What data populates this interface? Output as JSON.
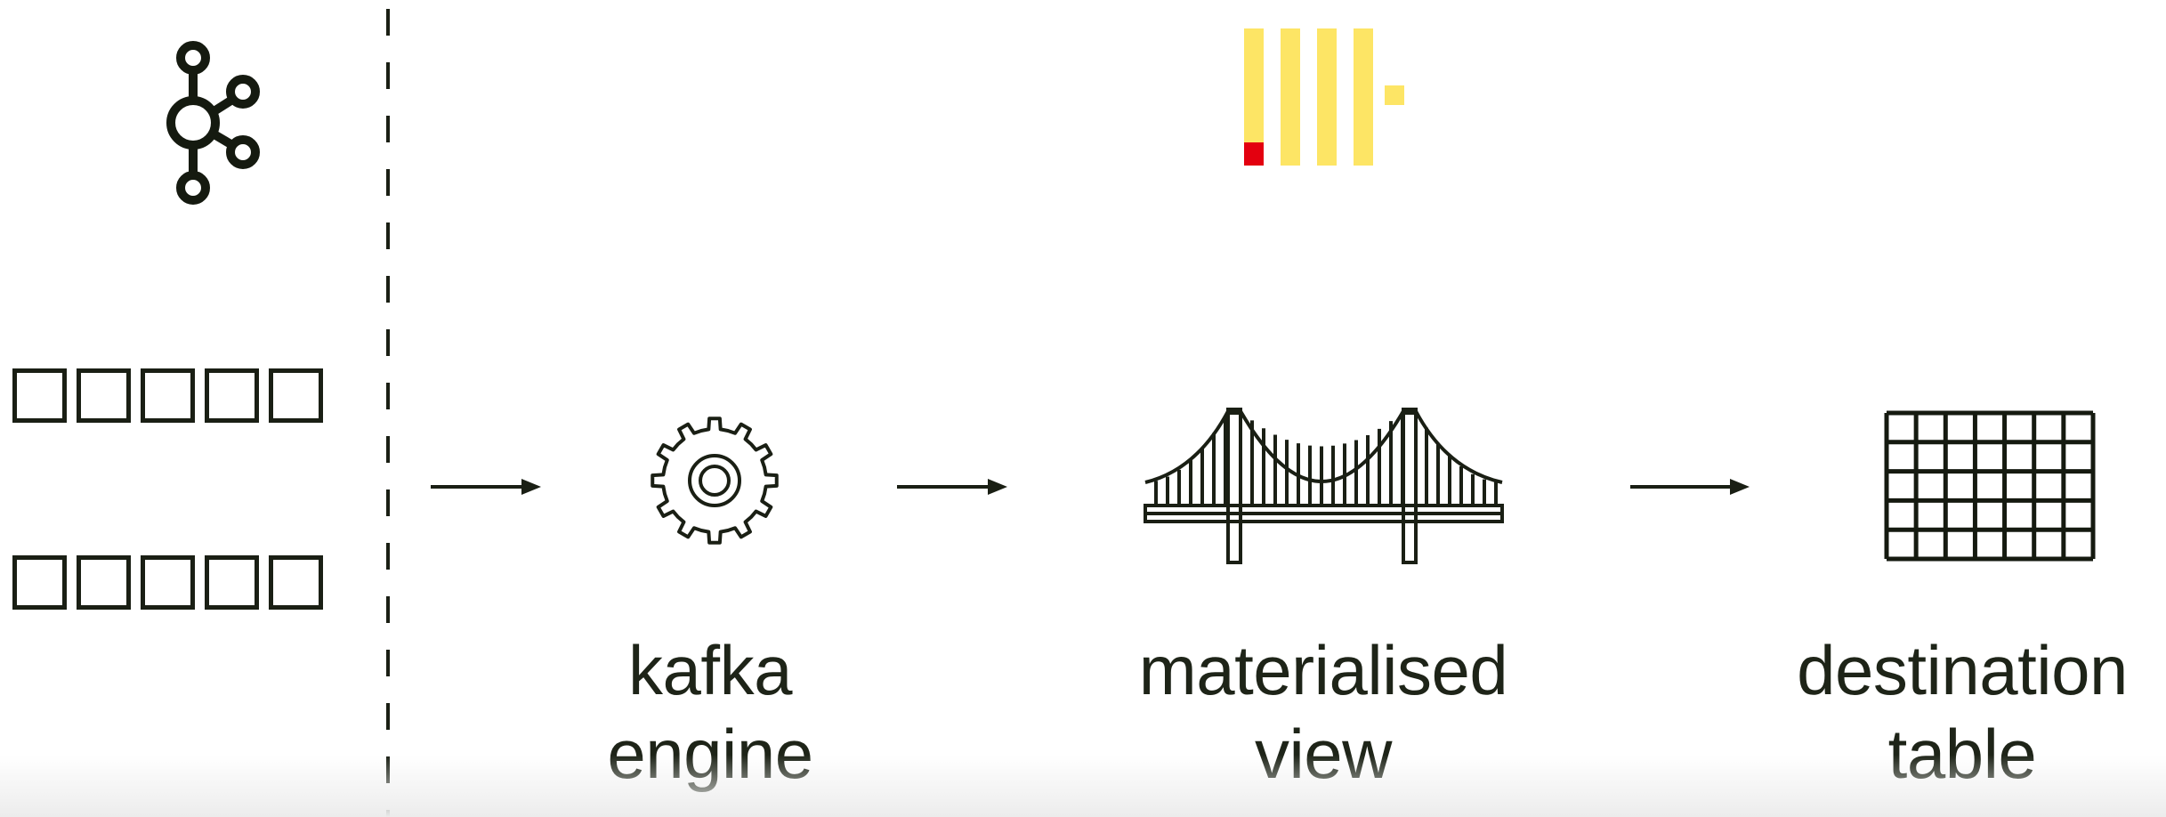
{
  "diagram": {
    "labels": {
      "kafka_engine": [
        "kafka",
        "engine"
      ],
      "materialised_view": [
        "materialised",
        "view"
      ],
      "destination_table": [
        "destination",
        "table"
      ]
    },
    "icons": {
      "source_logo": "kafka-logo-icon",
      "top_logo": "clickhouse-logo-icon",
      "engine": "gear-icon",
      "view": "bridge-icon",
      "table": "grid-table-icon"
    },
    "colors": {
      "ink": "#1e2418",
      "logo_yellow": "#fde565",
      "logo_red": "#e3000f"
    }
  }
}
